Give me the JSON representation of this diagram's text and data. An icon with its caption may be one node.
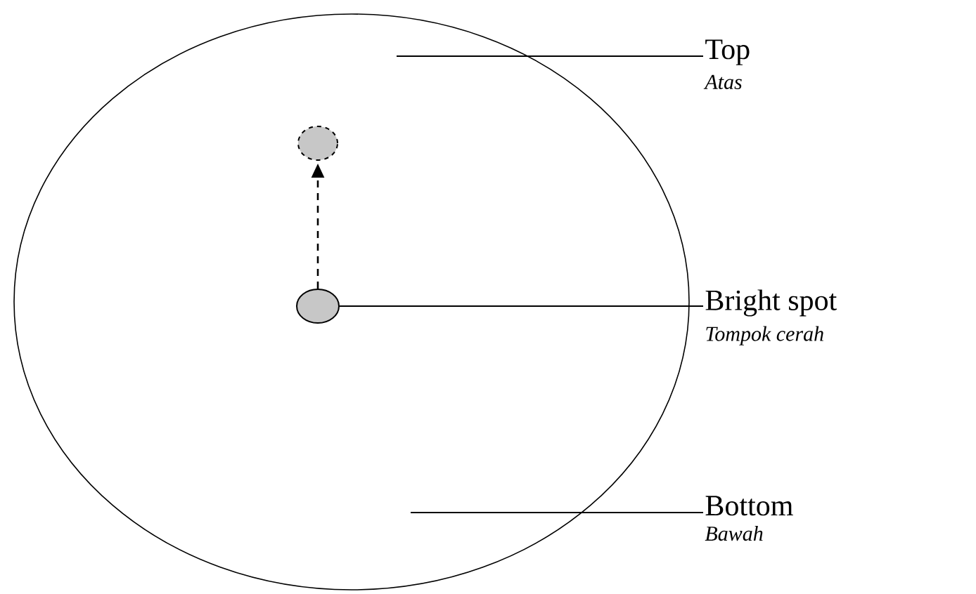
{
  "diagram": {
    "nodes": [
      {
        "text": [],
        "shape": "circle"
      },
      {
        "text": [],
        "shape": "circle",
        "in": 0
      },
      {
        "text": [],
        "shape": "circle",
        "in": 0
      },
      {
        "text": [
          "Top",
          "Atas"
        ]
      },
      {
        "text": [
          "Bright spot",
          "Tompok cerah"
        ]
      },
      {
        "text": [
          "Bottom",
          "Bawah"
        ]
      }
    ],
    "edges": [
      {
        "from": 2,
        "to": 1,
        "arrow": "to",
        "style": "dashed"
      },
      {
        "from": 3,
        "to": 0,
        "arrow": "none"
      },
      {
        "from": 4,
        "to": 2,
        "arrow": "none"
      },
      {
        "from": 5,
        "to": 0,
        "arrow": "none"
      }
    ]
  }
}
